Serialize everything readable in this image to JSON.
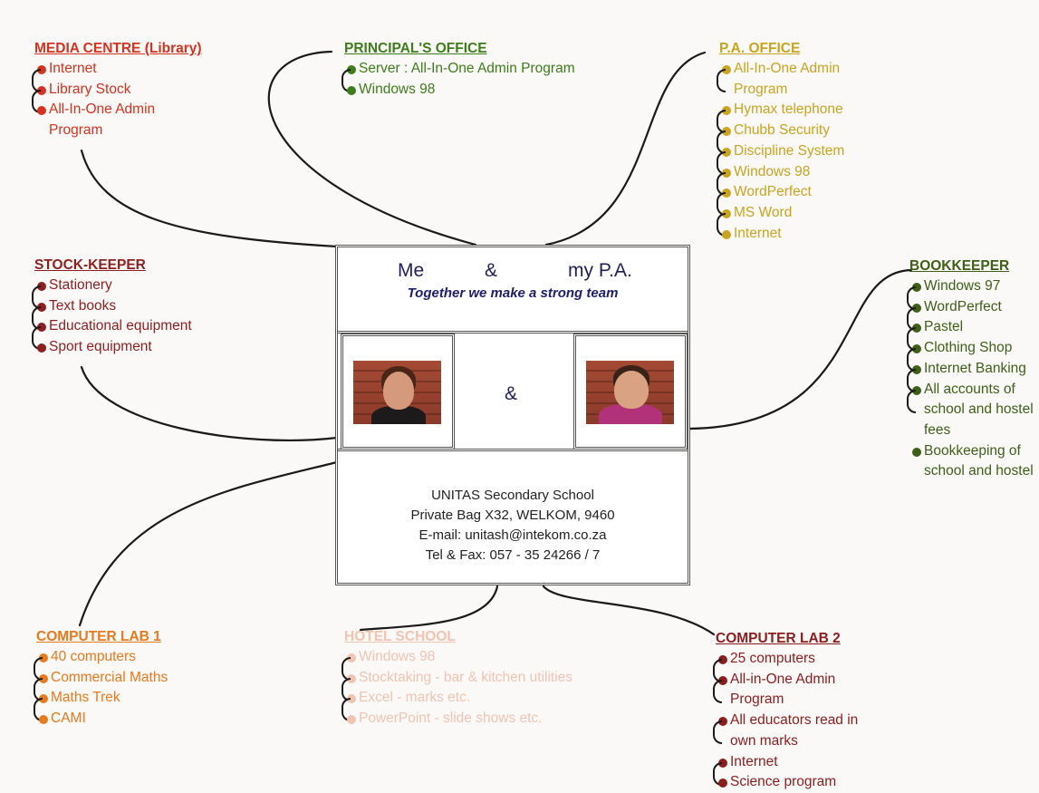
{
  "colors": {
    "media_centre": "#d4321f",
    "principal": "#3d7d1a",
    "pa_office": "#c9a41f",
    "stock_keeper": "#8e1f1f",
    "bookkeeper": "#3e5f17",
    "computer_lab_1": "#e67a1c",
    "hotel_school": "#f0c4b0",
    "computer_lab_2": "#8c1d1d",
    "connector": "#1a1a1a",
    "navy_text": "#1e1e5a"
  },
  "groups": {
    "media_centre": {
      "title": "MEDIA CENTRE (Library)",
      "items": [
        "Internet",
        "Library Stock",
        "All-In-One Admin\nProgram"
      ]
    },
    "principal": {
      "title": "PRINCIPAL'S OFFICE",
      "items": [
        "Server : All-In-One Admin Program",
        "Windows 98"
      ]
    },
    "pa_office": {
      "title": "P.A. OFFICE",
      "items": [
        "All-In-One Admin\nProgram",
        "Hymax telephone",
        "Chubb Security",
        "Discipline System",
        "Windows 98",
        "WordPerfect",
        "MS Word",
        "Internet"
      ]
    },
    "stock_keeper": {
      "title": "STOCK-KEEPER",
      "items": [
        "Stationery",
        "Text books",
        "Educational equipment",
        "Sport equipment"
      ]
    },
    "bookkeeper": {
      "title": "BOOKKEEPER",
      "items": [
        "Windows 97",
        "WordPerfect",
        "Pastel",
        "Clothing Shop",
        "Internet Banking",
        "All accounts of\nschool and hostel\nfees",
        "Bookkeeping of\nschool and hostel"
      ]
    },
    "computer_lab_1": {
      "title": "COMPUTER LAB 1",
      "items": [
        "40 computers",
        "Commercial Maths",
        "Maths Trek",
        "CAMI"
      ]
    },
    "hotel_school": {
      "title": "HOTEL SCHOOL",
      "items": [
        "Windows 98",
        "Stocktaking - bar & kitchen utilities",
        "Excel - marks etc.",
        "PowerPoint - slide shows etc."
      ]
    },
    "computer_lab_2": {
      "title": "COMPUTER LAB 2",
      "items": [
        "25 computers",
        "All-in-One Admin\nProgram",
        "All educators read in\nown marks",
        "Internet",
        "Science program"
      ]
    }
  },
  "center": {
    "me": "Me",
    "amp": "&",
    "my_pa": "my P.A.",
    "tagline": "Together we make a strong team",
    "photo_amp": "&",
    "address": [
      "UNITAS Secondary School",
      "Private Bag X32, WELKOM, 9460",
      "E-mail: unitash@intekom.co.za",
      "Tel & Fax: 057 - 35 24266 / 7"
    ]
  }
}
